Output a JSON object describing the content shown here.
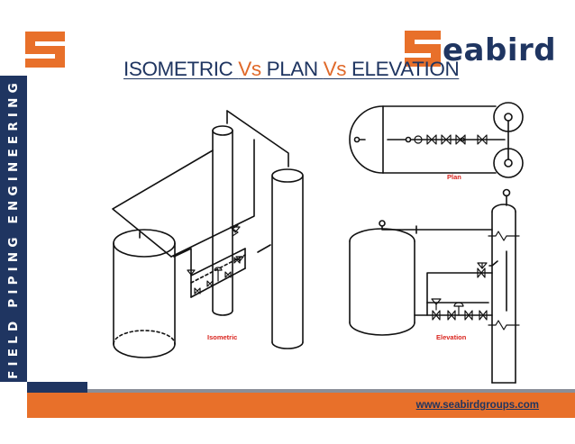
{
  "sidebar": {
    "text": "FIELD PIPING ENGINEERING"
  },
  "brand": {
    "name": "eabird",
    "logo_letter": "S"
  },
  "title": {
    "part1": "ISOMETRIC ",
    "vs1": "Vs",
    "part2": " PLAN ",
    "vs2": "Vs",
    "part3": " ELEVATION"
  },
  "labels": {
    "isometric": "Isometric",
    "plan": "Plan",
    "elevation": "Elevation"
  },
  "footer": {
    "url": "www.seabirdgroups.com"
  },
  "colors": {
    "navy": "#1f3561",
    "orange": "#e8702a",
    "gray": "#8a8f99",
    "red_label": "#d9241e"
  }
}
